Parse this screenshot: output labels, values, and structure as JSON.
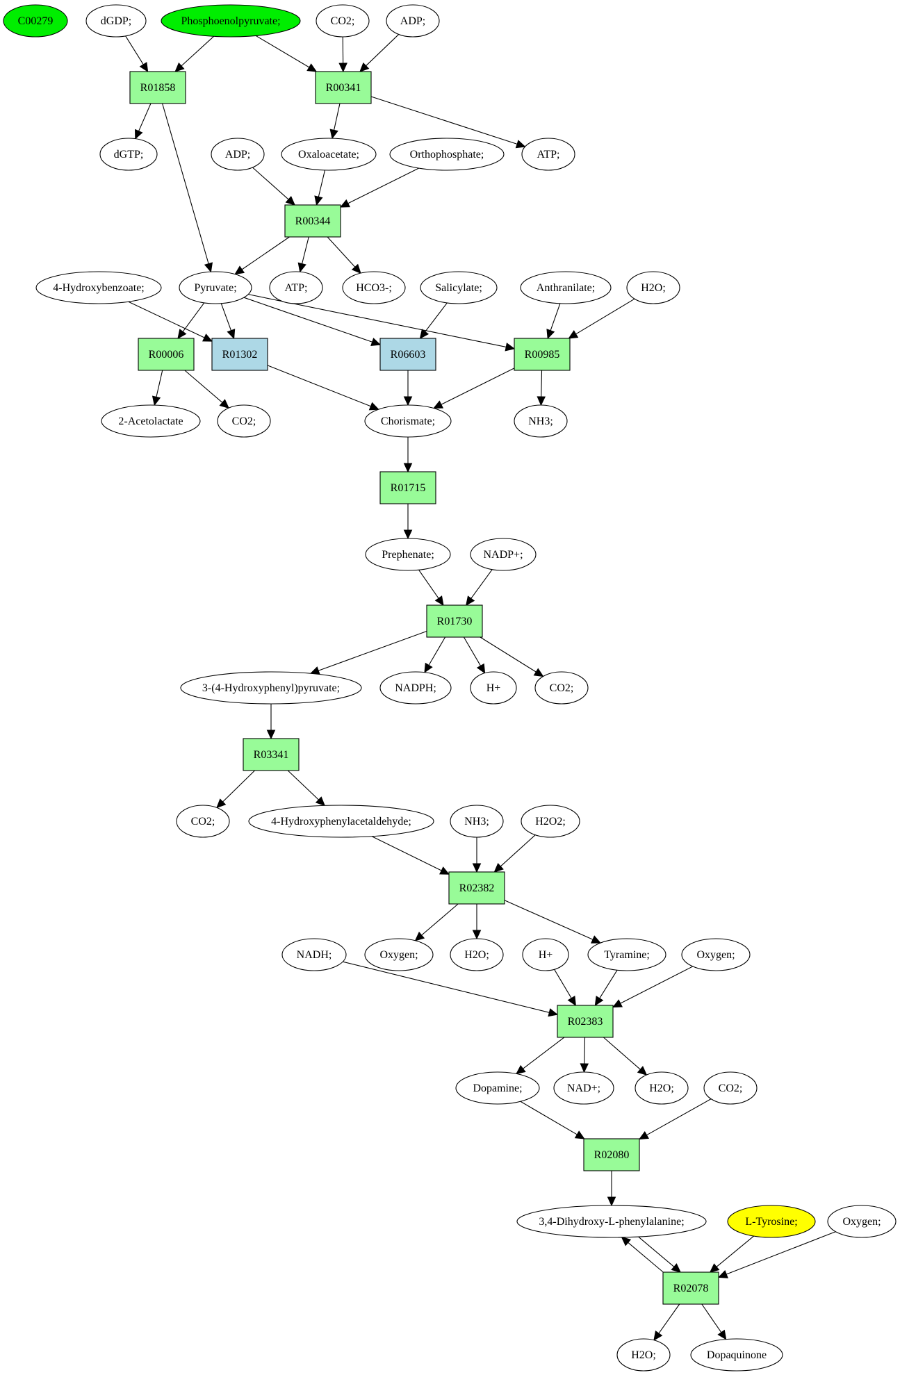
{
  "colors": {
    "reaction": "#98fb98",
    "reaction_alt": "#add8e6",
    "source": "#00ee00",
    "target": "#ffff00",
    "compound": "#ffffff",
    "stroke": "#000000"
  },
  "nodes": [
    {
      "id": "C00279",
      "label": "C00279",
      "kind": "compound",
      "fill": "source"
    },
    {
      "id": "dGDP",
      "label": "dGDP;",
      "kind": "compound"
    },
    {
      "id": "PEP",
      "label": "Phosphoenolpyruvate;",
      "kind": "compound",
      "fill": "source"
    },
    {
      "id": "CO2a",
      "label": "CO2;",
      "kind": "compound"
    },
    {
      "id": "ADPa",
      "label": "ADP;",
      "kind": "compound"
    },
    {
      "id": "R01858",
      "label": "R01858",
      "kind": "reaction"
    },
    {
      "id": "R00341",
      "label": "R00341",
      "kind": "reaction"
    },
    {
      "id": "dGTP",
      "label": "dGTP;",
      "kind": "compound"
    },
    {
      "id": "ADPb",
      "label": "ADP;",
      "kind": "compound"
    },
    {
      "id": "Oxaloacetate",
      "label": "Oxaloacetate;",
      "kind": "compound"
    },
    {
      "id": "Orthophosphate",
      "label": "Orthophosphate;",
      "kind": "compound"
    },
    {
      "id": "ATPa",
      "label": "ATP;",
      "kind": "compound"
    },
    {
      "id": "R00344",
      "label": "R00344",
      "kind": "reaction"
    },
    {
      "id": "HBz",
      "label": "4-Hydroxybenzoate;",
      "kind": "compound"
    },
    {
      "id": "Pyruvate",
      "label": "Pyruvate;",
      "kind": "compound"
    },
    {
      "id": "ATPb",
      "label": "ATP;",
      "kind": "compound"
    },
    {
      "id": "HCO3",
      "label": "HCO3-;",
      "kind": "compound"
    },
    {
      "id": "Salicylate",
      "label": "Salicylate;",
      "kind": "compound"
    },
    {
      "id": "Anthranilate",
      "label": "Anthranilate;",
      "kind": "compound"
    },
    {
      "id": "H2Oa",
      "label": "H2O;",
      "kind": "compound"
    },
    {
      "id": "R00006",
      "label": "R00006",
      "kind": "reaction"
    },
    {
      "id": "R01302",
      "label": "R01302",
      "kind": "reaction",
      "fill": "reaction_alt"
    },
    {
      "id": "R06603",
      "label": "R06603",
      "kind": "reaction",
      "fill": "reaction_alt"
    },
    {
      "id": "R00985",
      "label": "R00985",
      "kind": "reaction"
    },
    {
      "id": "Acetolactate",
      "label": "2-Acetolactate",
      "kind": "compound"
    },
    {
      "id": "CO2b",
      "label": "CO2;",
      "kind": "compound"
    },
    {
      "id": "Chorismate",
      "label": "Chorismate;",
      "kind": "compound"
    },
    {
      "id": "NH3a",
      "label": "NH3;",
      "kind": "compound"
    },
    {
      "id": "R01715",
      "label": "R01715",
      "kind": "reaction"
    },
    {
      "id": "Prephenate",
      "label": "Prephenate;",
      "kind": "compound"
    },
    {
      "id": "NADP",
      "label": "NADP+;",
      "kind": "compound"
    },
    {
      "id": "R01730",
      "label": "R01730",
      "kind": "reaction"
    },
    {
      "id": "HPP",
      "label": "3-(4-Hydroxyphenyl)pyruvate;",
      "kind": "compound"
    },
    {
      "id": "NADPH",
      "label": "NADPH;",
      "kind": "compound"
    },
    {
      "id": "Hplus",
      "label": "H+",
      "kind": "compound"
    },
    {
      "id": "CO2c",
      "label": "CO2;",
      "kind": "compound"
    },
    {
      "id": "R03341",
      "label": "R03341",
      "kind": "reaction"
    },
    {
      "id": "CO2d",
      "label": "CO2;",
      "kind": "compound"
    },
    {
      "id": "HPA",
      "label": "4-Hydroxyphenylacetaldehyde;",
      "kind": "compound"
    },
    {
      "id": "NH3b",
      "label": "NH3;",
      "kind": "compound"
    },
    {
      "id": "H2O2",
      "label": "H2O2;",
      "kind": "compound"
    },
    {
      "id": "R02382",
      "label": "R02382",
      "kind": "reaction"
    },
    {
      "id": "NADH",
      "label": "NADH;",
      "kind": "compound"
    },
    {
      "id": "Oxygena",
      "label": "Oxygen;",
      "kind": "compound"
    },
    {
      "id": "H2Ob",
      "label": "H2O;",
      "kind": "compound"
    },
    {
      "id": "Hplusb",
      "label": "H+",
      "kind": "compound"
    },
    {
      "id": "Tyramine",
      "label": "Tyramine;",
      "kind": "compound"
    },
    {
      "id": "Oxygenb",
      "label": "Oxygen;",
      "kind": "compound"
    },
    {
      "id": "R02383",
      "label": "R02383",
      "kind": "reaction"
    },
    {
      "id": "Dopamine",
      "label": "Dopamine;",
      "kind": "compound"
    },
    {
      "id": "NAD",
      "label": "NAD+;",
      "kind": "compound"
    },
    {
      "id": "H2Oc",
      "label": "H2O;",
      "kind": "compound"
    },
    {
      "id": "CO2e",
      "label": "CO2;",
      "kind": "compound"
    },
    {
      "id": "R02080",
      "label": "R02080",
      "kind": "reaction"
    },
    {
      "id": "DOPA",
      "label": "3,4-Dihydroxy-L-phenylalanine;",
      "kind": "compound"
    },
    {
      "id": "Tyrosine",
      "label": "L-Tyrosine;",
      "kind": "compound",
      "fill": "target"
    },
    {
      "id": "Oxygenc",
      "label": "Oxygen;",
      "kind": "compound"
    },
    {
      "id": "R02078",
      "label": "R02078",
      "kind": "reaction"
    },
    {
      "id": "H2Od",
      "label": "H2O;",
      "kind": "compound"
    },
    {
      "id": "Dopaquinone",
      "label": "Dopaquinone",
      "kind": "compound"
    }
  ],
  "edges": [
    [
      "dGDP",
      "R01858"
    ],
    [
      "PEP",
      "R01858"
    ],
    [
      "PEP",
      "R00341"
    ],
    [
      "CO2a",
      "R00341"
    ],
    [
      "ADPa",
      "R00341"
    ],
    [
      "R01858",
      "dGTP"
    ],
    [
      "R01858",
      "Pyruvate"
    ],
    [
      "R00341",
      "Oxaloacetate"
    ],
    [
      "R00341",
      "ATPa"
    ],
    [
      "ADPb",
      "R00344"
    ],
    [
      "Oxaloacetate",
      "R00344"
    ],
    [
      "Orthophosphate",
      "R00344"
    ],
    [
      "R00344",
      "Pyruvate"
    ],
    [
      "R00344",
      "ATPb"
    ],
    [
      "R00344",
      "HCO3"
    ],
    [
      "HBz",
      "R01302"
    ],
    [
      "Pyruvate",
      "R01302"
    ],
    [
      "Pyruvate",
      "R00006"
    ],
    [
      "Pyruvate",
      "R06603"
    ],
    [
      "Pyruvate",
      "R00985"
    ],
    [
      "Salicylate",
      "R06603"
    ],
    [
      "Anthranilate",
      "R00985"
    ],
    [
      "H2Oa",
      "R00985"
    ],
    [
      "R00006",
      "Acetolactate"
    ],
    [
      "R00006",
      "CO2b"
    ],
    [
      "R01302",
      "Chorismate"
    ],
    [
      "R06603",
      "Chorismate"
    ],
    [
      "R00985",
      "Chorismate"
    ],
    [
      "R00985",
      "NH3a"
    ],
    [
      "Chorismate",
      "R01715"
    ],
    [
      "R01715",
      "Prephenate"
    ],
    [
      "Prephenate",
      "R01730"
    ],
    [
      "NADP",
      "R01730"
    ],
    [
      "R01730",
      "HPP"
    ],
    [
      "R01730",
      "NADPH"
    ],
    [
      "R01730",
      "Hplus"
    ],
    [
      "R01730",
      "CO2c"
    ],
    [
      "HPP",
      "R03341"
    ],
    [
      "R03341",
      "CO2d"
    ],
    [
      "R03341",
      "HPA"
    ],
    [
      "HPA",
      "R02382"
    ],
    [
      "NH3b",
      "R02382"
    ],
    [
      "H2O2",
      "R02382"
    ],
    [
      "R02382",
      "Oxygena"
    ],
    [
      "R02382",
      "H2Ob"
    ],
    [
      "R02382",
      "Tyramine"
    ],
    [
      "NADH",
      "R02383"
    ],
    [
      "Hplusb",
      "R02383"
    ],
    [
      "Tyramine",
      "R02383"
    ],
    [
      "Oxygenb",
      "R02383"
    ],
    [
      "R02383",
      "Dopamine"
    ],
    [
      "R02383",
      "NAD"
    ],
    [
      "R02383",
      "H2Oc"
    ],
    [
      "Dopamine",
      "R02080"
    ],
    [
      "CO2e",
      "R02080"
    ],
    [
      "R02080",
      "DOPA"
    ],
    [
      "DOPA",
      "R02078"
    ],
    [
      "R02078",
      "DOPA"
    ],
    [
      "Tyrosine",
      "R02078"
    ],
    [
      "Oxygenc",
      "R02078"
    ],
    [
      "R02078",
      "H2Od"
    ],
    [
      "R02078",
      "Dopaquinone"
    ]
  ]
}
